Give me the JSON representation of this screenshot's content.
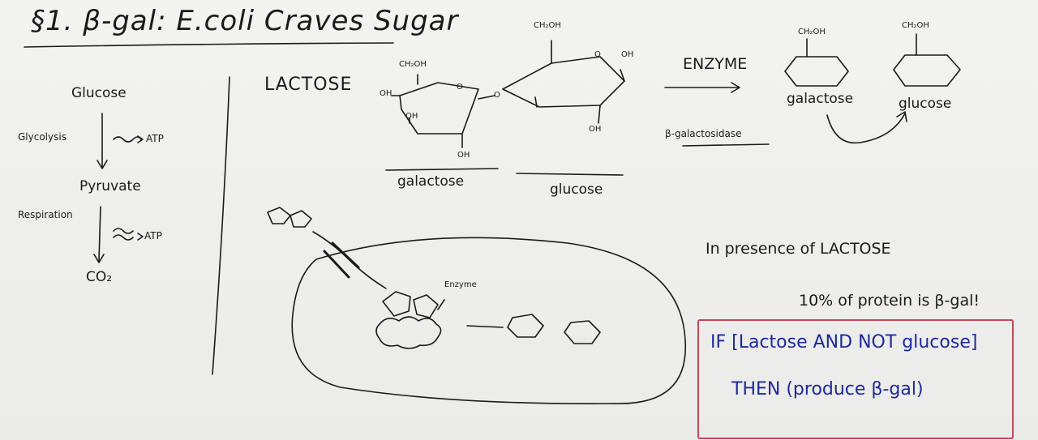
{
  "title": "§1. β-gal: E.coli Craves Sugar",
  "left_panel": {
    "glucose": "Glucose",
    "glycolysis": "Glycolysis",
    "atp1": "ATP",
    "pyruvate": "Pyruvate",
    "respiration": "Respiration",
    "atp2": "ATP",
    "co2": "CO₂"
  },
  "lactose_section": {
    "lactose": "LACTOSE",
    "ch2oh_left": "CH₂OH",
    "ch2oh_right": "CH₂OH",
    "oh_labels": [
      "OH",
      "OH",
      "OH",
      "OH",
      "OH"
    ],
    "o_labels": [
      "O",
      "O",
      "O"
    ],
    "galactose": "galactose",
    "glucose": "glucose"
  },
  "reaction": {
    "enzyme": "ENZYME",
    "beta_gal": "β-galactosidase",
    "galactose": "galactose",
    "glucose": "glucose",
    "ch2oh_a": "CH₂OH",
    "ch2oh_b": "CH₂OH"
  },
  "cell": {
    "enzyme": "Enzyme"
  },
  "notes": {
    "presence": "In presence of LACTOSE",
    "percent": "10% of protein is β-gal!",
    "cond_line1": "IF [Lactose AND NOT glucose]",
    "cond_line2": "THEN (produce β-gal)"
  },
  "colors": {
    "ink": "#1a1a1a",
    "blue_marker": "#1e2a9c",
    "red_box": "#c0485a",
    "board": "#f0f0ee"
  }
}
